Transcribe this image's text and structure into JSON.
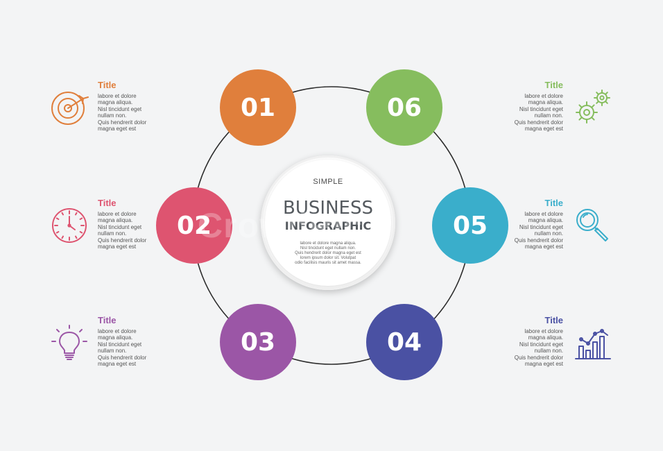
{
  "colors": {
    "background": "#f3f4f5",
    "step_01": "#e07f3c",
    "step_02": "#de5470",
    "step_03": "#9b56a6",
    "step_04": "#4a51a3",
    "step_05": "#3aaecb",
    "step_06": "#86bd5e",
    "ring_line": "#2b2b2b"
  },
  "center": {
    "top_label": "SIMPLE",
    "main_label": "BUSINESS",
    "sub_label": "INFOGRAPHIC",
    "body_lines": [
      "labore et dolore magna aliqua.",
      "Nisl tincidunt eget nullam non.",
      "Quis hendrerit dolor magna eget est",
      "lorem ipsum dolor sit. Volutpat",
      "odio facilisis mauris sit amet massa."
    ]
  },
  "steps": [
    {
      "number": "01",
      "color": "#e07f3c"
    },
    {
      "number": "02",
      "color": "#de5470"
    },
    {
      "number": "03",
      "color": "#9b56a6"
    },
    {
      "number": "04",
      "color": "#4a51a3"
    },
    {
      "number": "05",
      "color": "#3aaecb"
    },
    {
      "number": "06",
      "color": "#86bd5e"
    }
  ],
  "info": {
    "item_1": {
      "title": "Title",
      "color": "#e07f3c",
      "icon": "target-icon",
      "lines": [
        "labore et dolore",
        "magna aliqua.",
        " Nisl tincidunt eget",
        "nullam non.",
        "Quis hendrerit dolor",
        "magna eget est"
      ]
    },
    "item_2": {
      "title": "Title",
      "color": "#de5470",
      "icon": "clock-icon",
      "lines": [
        "labore et dolore",
        "magna aliqua.",
        " Nisl tincidunt eget",
        "nullam non.",
        "Quis hendrerit dolor",
        "magna eget est"
      ]
    },
    "item_3": {
      "title": "Title",
      "color": "#9b56a6",
      "icon": "lightbulb-icon",
      "lines": [
        "labore et dolore",
        "magna aliqua.",
        " Nisl tincidunt eget",
        "nullam non.",
        "Quis hendrerit dolor",
        "magna eget est"
      ]
    },
    "item_4": {
      "title": "Title",
      "color": "#4a51a3",
      "icon": "bar-chart-icon",
      "lines": [
        "labore et dolore",
        "magna aliqua.",
        "Nisl tincidunt eget",
        "nullam non.",
        "Quis hendrerit dolor",
        "magna eget est"
      ]
    },
    "item_5": {
      "title": "Title",
      "color": "#3aaecb",
      "icon": "magnifier-icon",
      "lines": [
        "labore et dolore",
        "magna aliqua.",
        "Nisl tincidunt eget",
        "nullam non.",
        "Quis hendrerit dolor",
        "magna eget est"
      ]
    },
    "item_6": {
      "title": "Title",
      "color": "#86bd5e",
      "icon": "gears-icon",
      "lines": [
        "labore et dolore",
        "magna aliqua.",
        "Nisl tincidunt eget",
        "nullam non.",
        "Quis hendrerit dolor",
        "magna eget est"
      ]
    }
  },
  "watermark": "CrowdPic"
}
